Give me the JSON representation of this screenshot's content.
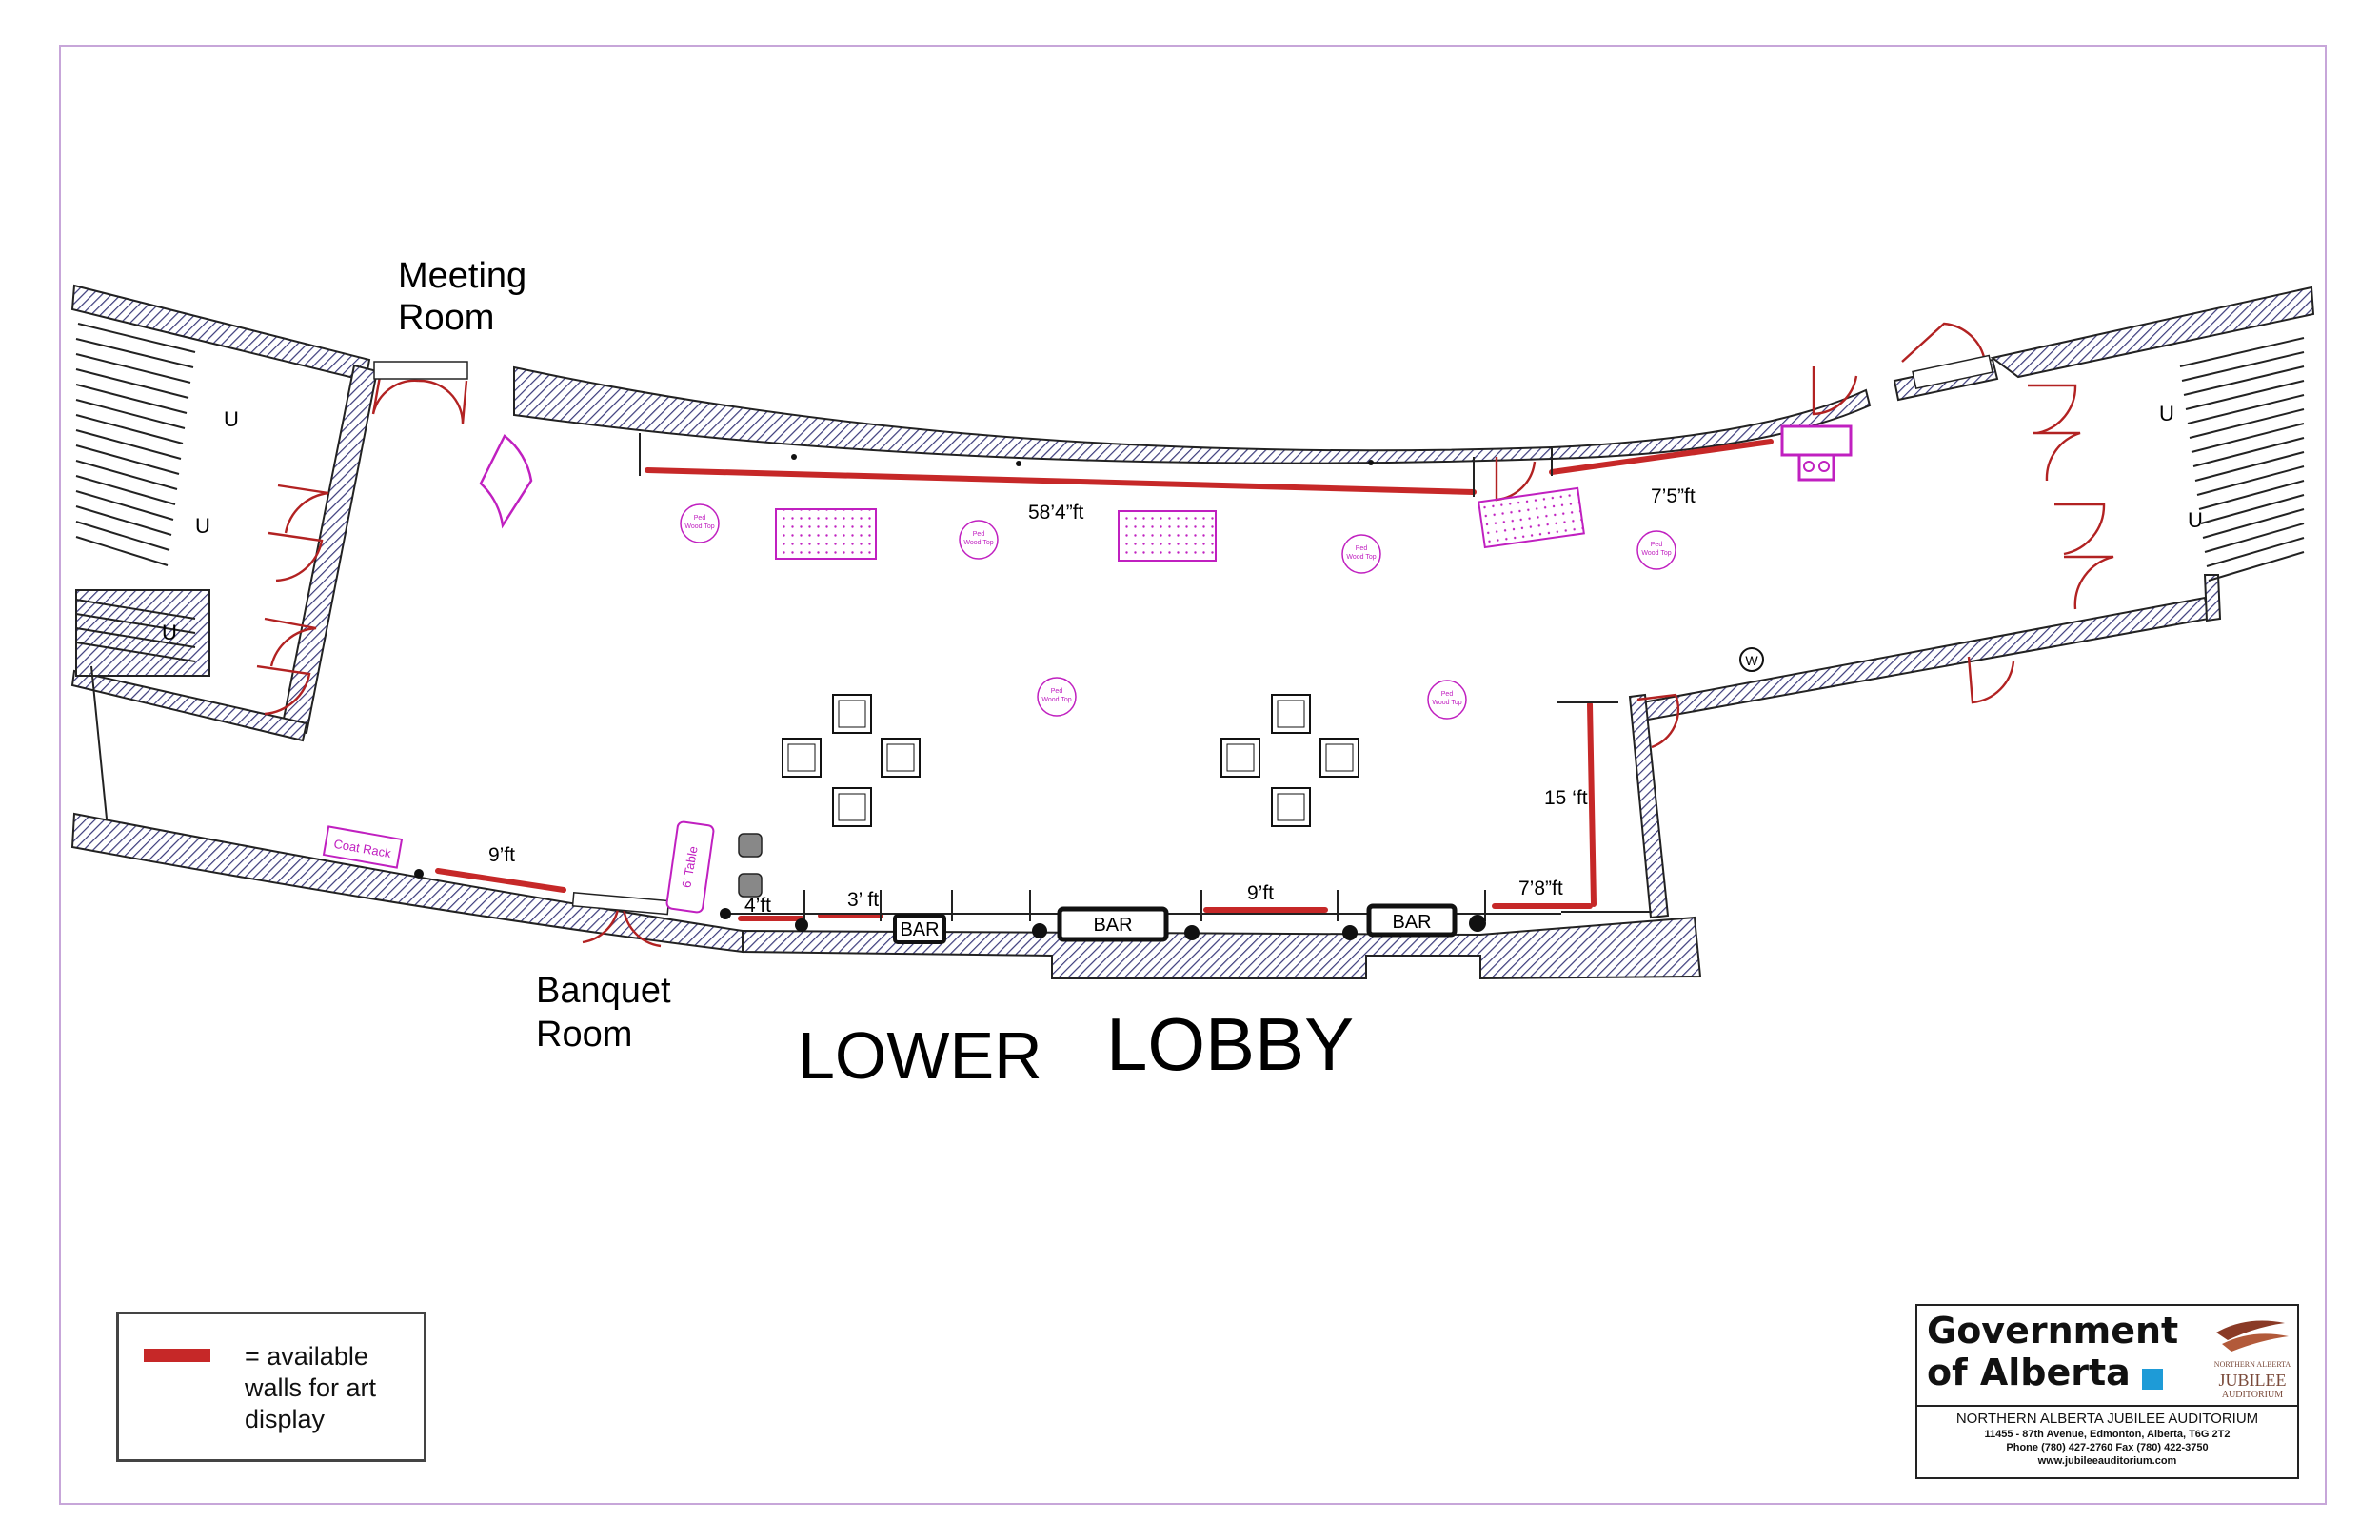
{
  "rooms": {
    "meeting_room": "Meeting\nRoom",
    "banquet_room": "Banquet\nRoom",
    "lower_lobby_word1": "LOWER",
    "lower_lobby_word2": "LOBBY"
  },
  "dimensions": {
    "top_wall": "58’4”ft",
    "top_right_wall": "7’5”ft",
    "left_wall": "9’ft",
    "seg_4ft": "4’ft",
    "seg_3ft": "3’ ft",
    "seg_9ft": "9’ft",
    "seg_7_8ft": "7’8”ft",
    "right_vertical": "15 ‘ft"
  },
  "furniture": {
    "bar_label": "BAR",
    "coat_rack": "Coat Rack",
    "table_6ft": "6’ Table",
    "ped_top_line1": "Ped",
    "ped_top_line2": "Wood Top",
    "washroom_symbol": "W",
    "stair_up": "U"
  },
  "legend": {
    "text": "= available\nwalls for art\ndisplay",
    "swatch_color": "#c62828"
  },
  "titleblock": {
    "gov_name": "Government\nof Alberta",
    "logo_text": "JUBILEE",
    "logo_sub": "AUDITORIUM",
    "logo_top": "NORTHERN ALBERTA",
    "venue": "NORTHERN ALBERTA JUBILEE AUDITORIUM",
    "address": "11455 - 87th Avenue, Edmonton, Alberta, T6G 2T2",
    "phone": "Phone (780) 427-2760 Fax (780) 422-3750",
    "web": "www.jubileeauditorium.com"
  },
  "colors": {
    "wall_hatch": "#3a3a7a",
    "art_wall": "#c62828",
    "door": "#b22222",
    "furniture": "#c020c0"
  }
}
